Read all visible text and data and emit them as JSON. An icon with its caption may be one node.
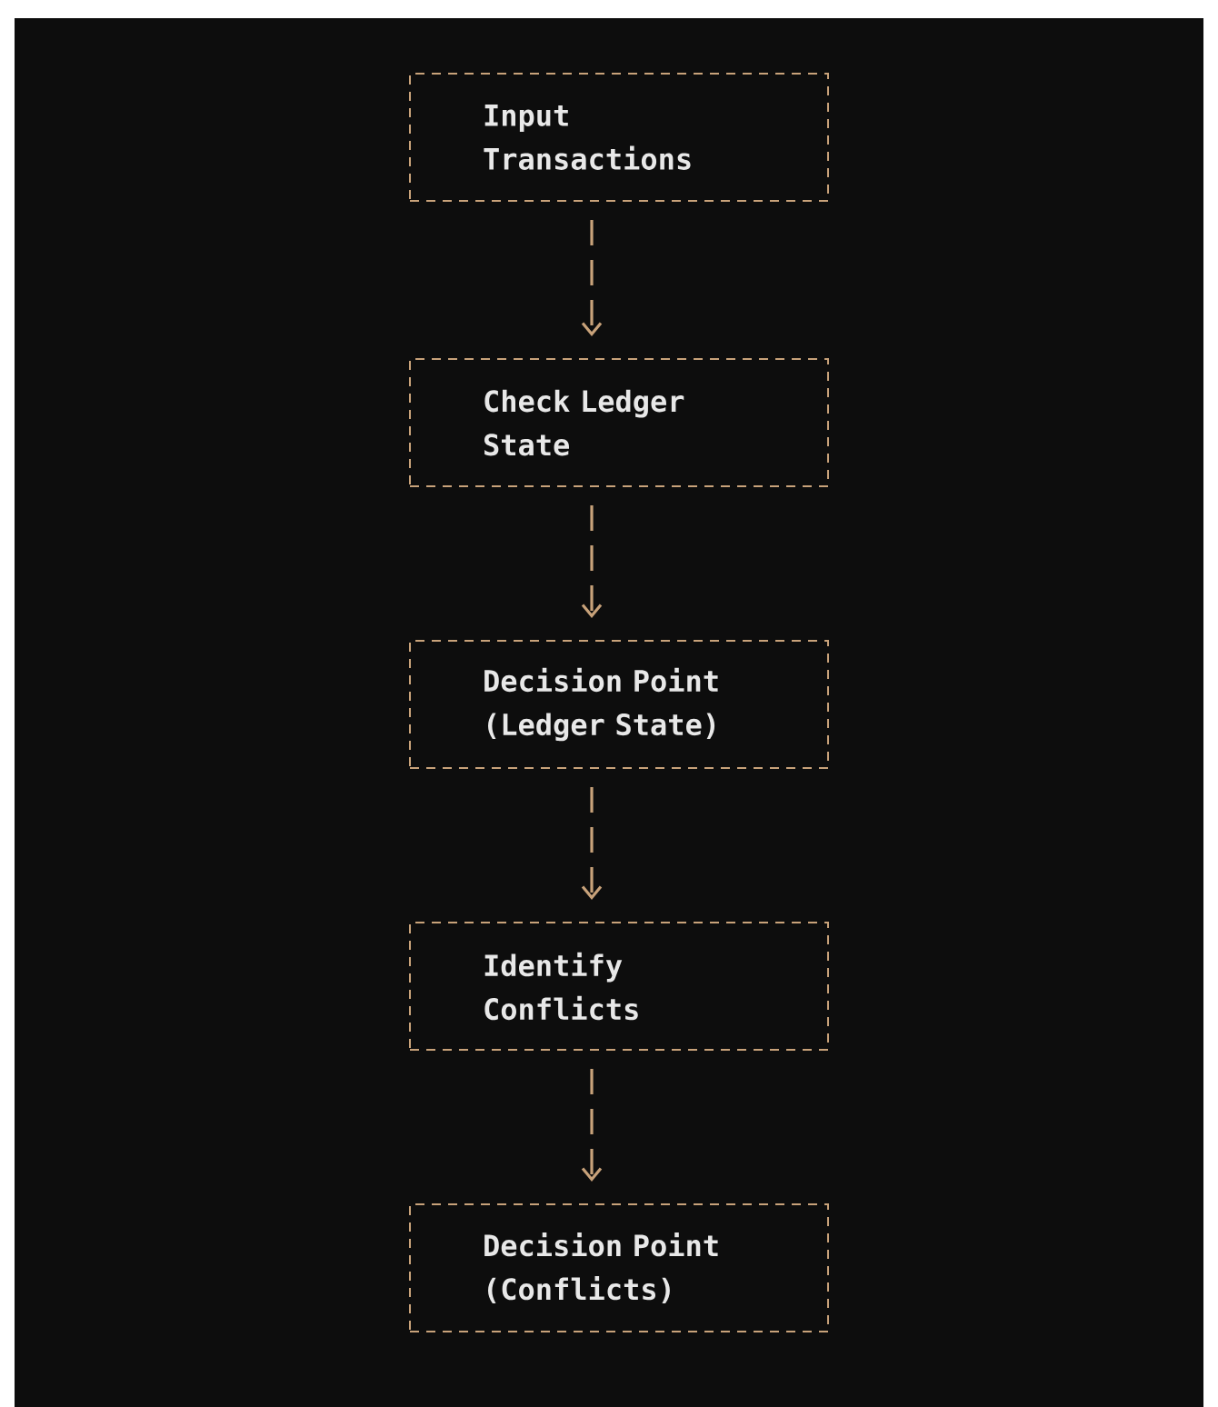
{
  "diagram": {
    "nodes": [
      {
        "text": [
          "Input Transactions"
        ]
      },
      {
        "text": [
          "Check Ledger State"
        ]
      },
      {
        "text": [
          "Decision Point (Ledger State)"
        ]
      },
      {
        "text": [
          "Identify Conflicts"
        ]
      },
      {
        "text": [
          "Decision Point (Conflicts)"
        ]
      }
    ],
    "edges": [
      {
        "from": 0,
        "to": 1,
        "arrow": "to",
        "style": "dashed"
      },
      {
        "from": 1,
        "to": 2,
        "arrow": "to",
        "style": "dashed"
      },
      {
        "from": 2,
        "to": 3,
        "arrow": "to",
        "style": "dashed"
      },
      {
        "from": 3,
        "to": 4,
        "arrow": "to",
        "style": "dashed"
      }
    ]
  }
}
